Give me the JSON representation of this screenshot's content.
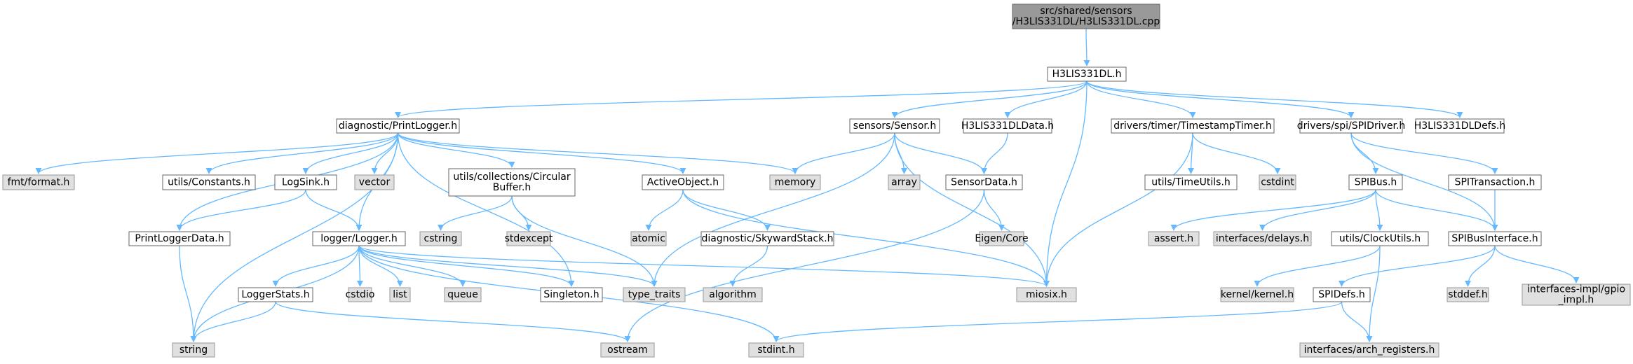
{
  "diagram": {
    "edge_color": "#63b8ff",
    "node_fill_local": "#ffffff",
    "node_fill_system": "#e0e0e0",
    "node_fill_root": "#999999",
    "nodes": [
      {
        "id": "root",
        "lines": [
          "src/shared/sensors",
          "/H3LIS331DL/H3LIS331DL.cpp"
        ],
        "kind": "root"
      },
      {
        "id": "h3lis",
        "lines": [
          "H3LIS331DL.h"
        ],
        "kind": "local"
      },
      {
        "id": "printlogger",
        "lines": [
          "diagnostic/PrintLogger.h"
        ],
        "kind": "local"
      },
      {
        "id": "sensor",
        "lines": [
          "sensors/Sensor.h"
        ],
        "kind": "local"
      },
      {
        "id": "h3data",
        "lines": [
          "H3LIS331DLData.h"
        ],
        "kind": "local"
      },
      {
        "id": "timestamp",
        "lines": [
          "drivers/timer/TimestampTimer.h"
        ],
        "kind": "local"
      },
      {
        "id": "spidriver",
        "lines": [
          "drivers/spi/SPIDriver.h"
        ],
        "kind": "local"
      },
      {
        "id": "h3defs",
        "lines": [
          "H3LIS331DLDefs.h"
        ],
        "kind": "local"
      },
      {
        "id": "fmt",
        "lines": [
          "fmt/format.h"
        ],
        "kind": "sys"
      },
      {
        "id": "constants",
        "lines": [
          "utils/Constants.h"
        ],
        "kind": "local"
      },
      {
        "id": "logsink",
        "lines": [
          "LogSink.h"
        ],
        "kind": "local"
      },
      {
        "id": "vector",
        "lines": [
          "vector"
        ],
        "kind": "sys"
      },
      {
        "id": "circbuf",
        "lines": [
          "utils/collections/Circular",
          "Buffer.h"
        ],
        "kind": "local"
      },
      {
        "id": "activeobj",
        "lines": [
          "ActiveObject.h"
        ],
        "kind": "local"
      },
      {
        "id": "memory",
        "lines": [
          "memory"
        ],
        "kind": "sys"
      },
      {
        "id": "array",
        "lines": [
          "array"
        ],
        "kind": "sys"
      },
      {
        "id": "sensordata",
        "lines": [
          "SensorData.h"
        ],
        "kind": "local"
      },
      {
        "id": "timeutils",
        "lines": [
          "utils/TimeUtils.h"
        ],
        "kind": "local"
      },
      {
        "id": "cstdint",
        "lines": [
          "cstdint"
        ],
        "kind": "sys"
      },
      {
        "id": "spibus",
        "lines": [
          "SPIBus.h"
        ],
        "kind": "local"
      },
      {
        "id": "spitrans",
        "lines": [
          "SPITransaction.h"
        ],
        "kind": "local"
      },
      {
        "id": "printloggerdata",
        "lines": [
          "PrintLoggerData.h"
        ],
        "kind": "local"
      },
      {
        "id": "logger",
        "lines": [
          "logger/Logger.h"
        ],
        "kind": "local"
      },
      {
        "id": "cstring",
        "lines": [
          "cstring"
        ],
        "kind": "sys"
      },
      {
        "id": "stdexcept",
        "lines": [
          "stdexcept"
        ],
        "kind": "sys"
      },
      {
        "id": "atomic",
        "lines": [
          "atomic"
        ],
        "kind": "sys"
      },
      {
        "id": "skyward",
        "lines": [
          "diagnostic/SkywardStack.h"
        ],
        "kind": "local"
      },
      {
        "id": "eigen",
        "lines": [
          "Eigen/Core"
        ],
        "kind": "sys"
      },
      {
        "id": "assert",
        "lines": [
          "assert.h"
        ],
        "kind": "sys"
      },
      {
        "id": "delays",
        "lines": [
          "interfaces/delays.h"
        ],
        "kind": "sys"
      },
      {
        "id": "clockutils",
        "lines": [
          "utils/ClockUtils.h"
        ],
        "kind": "local"
      },
      {
        "id": "spibusif",
        "lines": [
          "SPIBusInterface.h"
        ],
        "kind": "local"
      },
      {
        "id": "loggerstats",
        "lines": [
          "LoggerStats.h"
        ],
        "kind": "local"
      },
      {
        "id": "cstdio",
        "lines": [
          "cstdio"
        ],
        "kind": "sys"
      },
      {
        "id": "list",
        "lines": [
          "list"
        ],
        "kind": "sys"
      },
      {
        "id": "queue",
        "lines": [
          "queue"
        ],
        "kind": "sys"
      },
      {
        "id": "singleton",
        "lines": [
          "Singleton.h"
        ],
        "kind": "local"
      },
      {
        "id": "typetraits",
        "lines": [
          "type_traits"
        ],
        "kind": "sys"
      },
      {
        "id": "miosix",
        "lines": [
          "miosix.h"
        ],
        "kind": "sys"
      },
      {
        "id": "algorithm",
        "lines": [
          "algorithm"
        ],
        "kind": "sys"
      },
      {
        "id": "kernel",
        "lines": [
          "kernel/kernel.h"
        ],
        "kind": "sys"
      },
      {
        "id": "spidefs",
        "lines": [
          "SPIDefs.h"
        ],
        "kind": "local"
      },
      {
        "id": "stddef",
        "lines": [
          "stddef.h"
        ],
        "kind": "sys"
      },
      {
        "id": "gpioimpl",
        "lines": [
          "interfaces-impl/gpio",
          "_impl.h"
        ],
        "kind": "sys"
      },
      {
        "id": "string",
        "lines": [
          "string"
        ],
        "kind": "sys"
      },
      {
        "id": "ostream",
        "lines": [
          "ostream"
        ],
        "kind": "sys"
      },
      {
        "id": "stdint",
        "lines": [
          "stdint.h"
        ],
        "kind": "sys"
      },
      {
        "id": "archreg",
        "lines": [
          "interfaces/arch_registers.h"
        ],
        "kind": "sys"
      }
    ],
    "edges": [
      [
        "root",
        "h3lis"
      ],
      [
        "h3lis",
        "printlogger"
      ],
      [
        "h3lis",
        "sensor"
      ],
      [
        "h3lis",
        "h3data"
      ],
      [
        "h3lis",
        "timestamp"
      ],
      [
        "h3lis",
        "spidriver"
      ],
      [
        "h3lis",
        "h3defs"
      ],
      [
        "h3lis",
        "miosix"
      ],
      [
        "printlogger",
        "fmt"
      ],
      [
        "printlogger",
        "string"
      ],
      [
        "printlogger",
        "printloggerdata"
      ],
      [
        "printlogger",
        "constants"
      ],
      [
        "printlogger",
        "logsink"
      ],
      [
        "printlogger",
        "vector"
      ],
      [
        "printlogger",
        "logger"
      ],
      [
        "printlogger",
        "circbuf"
      ],
      [
        "printlogger",
        "activeobj"
      ],
      [
        "printlogger",
        "singleton"
      ],
      [
        "printlogger",
        "memory"
      ],
      [
        "sensor",
        "memory"
      ],
      [
        "sensor",
        "array"
      ],
      [
        "sensor",
        "sensordata"
      ],
      [
        "sensor",
        "typetraits"
      ],
      [
        "sensor",
        "miosix"
      ],
      [
        "h3data",
        "sensordata"
      ],
      [
        "timestamp",
        "miosix"
      ],
      [
        "timestamp",
        "timeutils"
      ],
      [
        "timestamp",
        "cstdint"
      ],
      [
        "spidriver",
        "spibus"
      ],
      [
        "spidriver",
        "spitrans"
      ],
      [
        "spidriver",
        "spibusif"
      ],
      [
        "logsink",
        "printloggerdata"
      ],
      [
        "logsink",
        "logger"
      ],
      [
        "circbuf",
        "cstring"
      ],
      [
        "circbuf",
        "stdexcept"
      ],
      [
        "circbuf",
        "typetraits"
      ],
      [
        "activeobj",
        "atomic"
      ],
      [
        "activeobj",
        "skyward"
      ],
      [
        "activeobj",
        "miosix"
      ],
      [
        "sensordata",
        "eigen"
      ],
      [
        "sensordata",
        "ostream"
      ],
      [
        "spibus",
        "assert"
      ],
      [
        "spibus",
        "delays"
      ],
      [
        "spibus",
        "clockutils"
      ],
      [
        "spibus",
        "spibusif"
      ],
      [
        "spitrans",
        "spibusif"
      ],
      [
        "printloggerdata",
        "string"
      ],
      [
        "logger",
        "string"
      ],
      [
        "logger",
        "loggerstats"
      ],
      [
        "logger",
        "cstdio"
      ],
      [
        "logger",
        "list"
      ],
      [
        "logger",
        "queue"
      ],
      [
        "logger",
        "singleton"
      ],
      [
        "logger",
        "typetraits"
      ],
      [
        "logger",
        "miosix"
      ],
      [
        "logger",
        "stdint"
      ],
      [
        "skyward",
        "algorithm"
      ],
      [
        "clockutils",
        "kernel"
      ],
      [
        "clockutils",
        "archreg"
      ],
      [
        "spibusif",
        "spidefs"
      ],
      [
        "spibusif",
        "stddef"
      ],
      [
        "spibusif",
        "gpioimpl"
      ],
      [
        "loggerstats",
        "string"
      ],
      [
        "loggerstats",
        "ostream"
      ],
      [
        "spidefs",
        "stdint"
      ],
      [
        "spidefs",
        "archreg"
      ]
    ]
  }
}
